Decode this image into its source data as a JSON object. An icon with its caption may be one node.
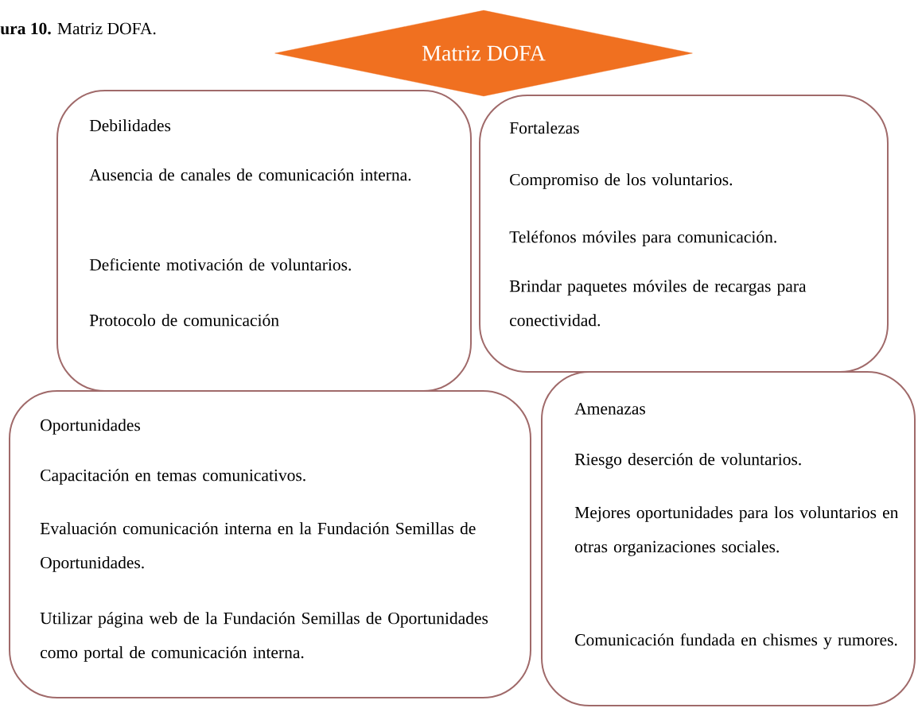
{
  "diagram": {
    "caption": "**ura 10.** Matriz DOFA.",
    "nodes": [
      {
        "text": [
          "Matriz DOFA"
        ]
      },
      {
        "text": [
          "Debilidades",
          "Ausencia de canales de comunicación interna.",
          "Deficiente motivación de voluntarios.",
          "Protocolo de comunicación"
        ]
      },
      {
        "text": [
          "Fortalezas",
          "Compromiso de los voluntarios.",
          "Teléfonos móviles para comunicación.",
          "Brindar paquetes móviles de recargas para conectividad."
        ]
      },
      {
        "text": [
          "Oportunidades",
          "Capacitación en temas comunicativos.",
          "Evaluación comunicación interna en la Fundación Semillas de Oportunidades.",
          "Utilizar página web de la Fundación Semillas de Oportunidades como portal de comunicación interna."
        ]
      },
      {
        "text": [
          "Amenazas",
          "Riesgo deserción de voluntarios.",
          "Mejores oportunidades para los voluntarios en otras organizaciones sociales.",
          "Comunicación fundada en chismes y rumores."
        ]
      }
    ]
  }
}
